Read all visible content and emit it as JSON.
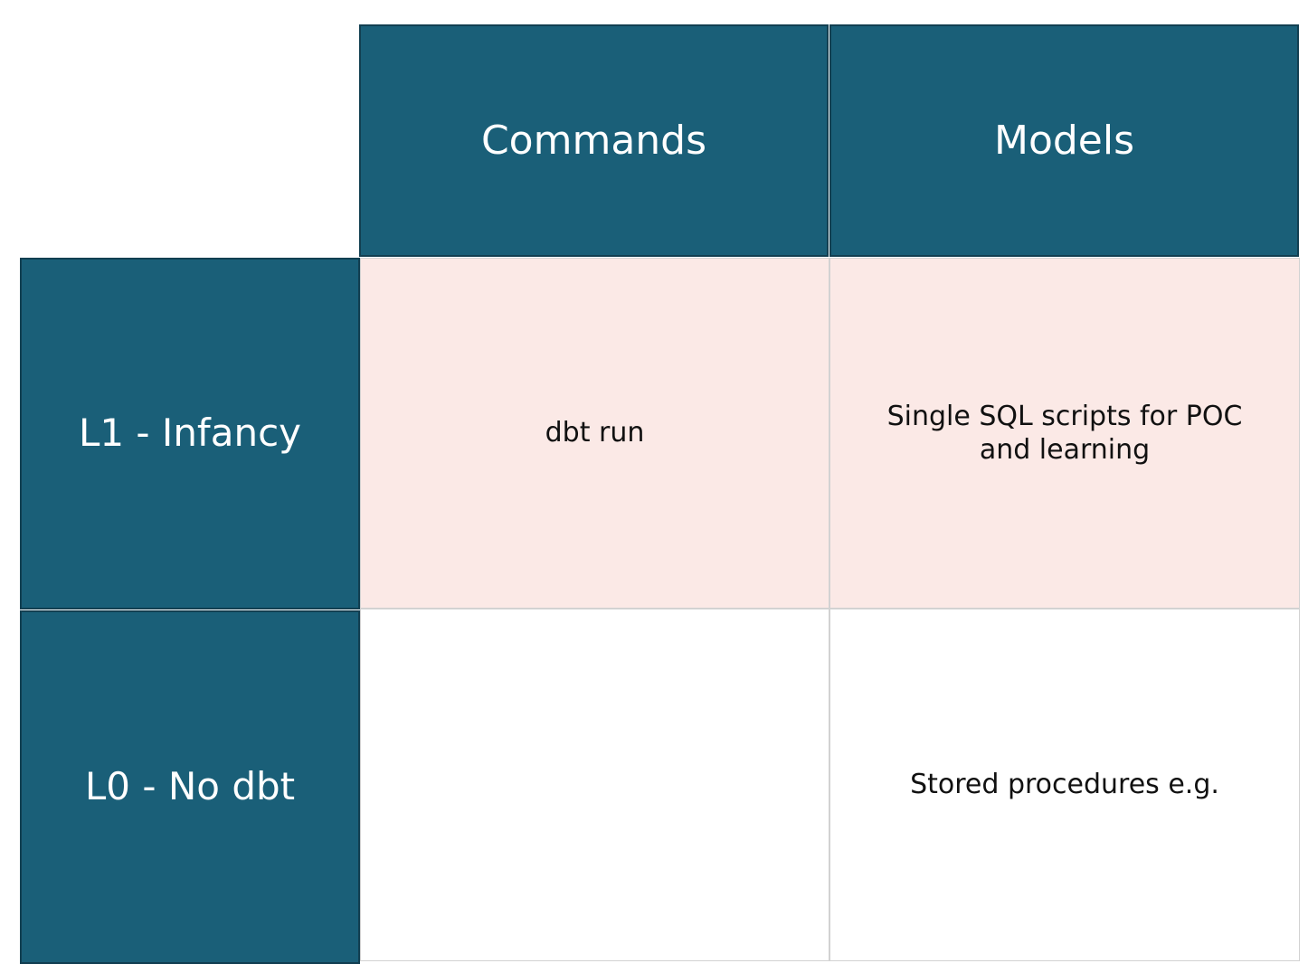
{
  "matrix": {
    "corner_label": "",
    "column_headers": [
      {
        "label": "Commands"
      },
      {
        "label": "Models"
      }
    ],
    "rows": [
      {
        "header": "L1 - Infancy",
        "tone": "pink",
        "cells": [
          {
            "text": "dbt run"
          },
          {
            "text": "Single SQL scripts for POC and learning"
          }
        ]
      },
      {
        "header": "L0 - No dbt",
        "tone": "white",
        "cells": [
          {
            "text": ""
          },
          {
            "text": "Stored procedures e.g."
          }
        ]
      }
    ]
  },
  "colors": {
    "header_teal": "#1a5f78",
    "header_teal_border": "#123f51",
    "row_tone_pink": "#fbe9e6",
    "row_tone_white": "#ffffff",
    "cell_border_gray": "#d2d2d2",
    "header_text": "#ffffff",
    "body_text": "#111111"
  }
}
